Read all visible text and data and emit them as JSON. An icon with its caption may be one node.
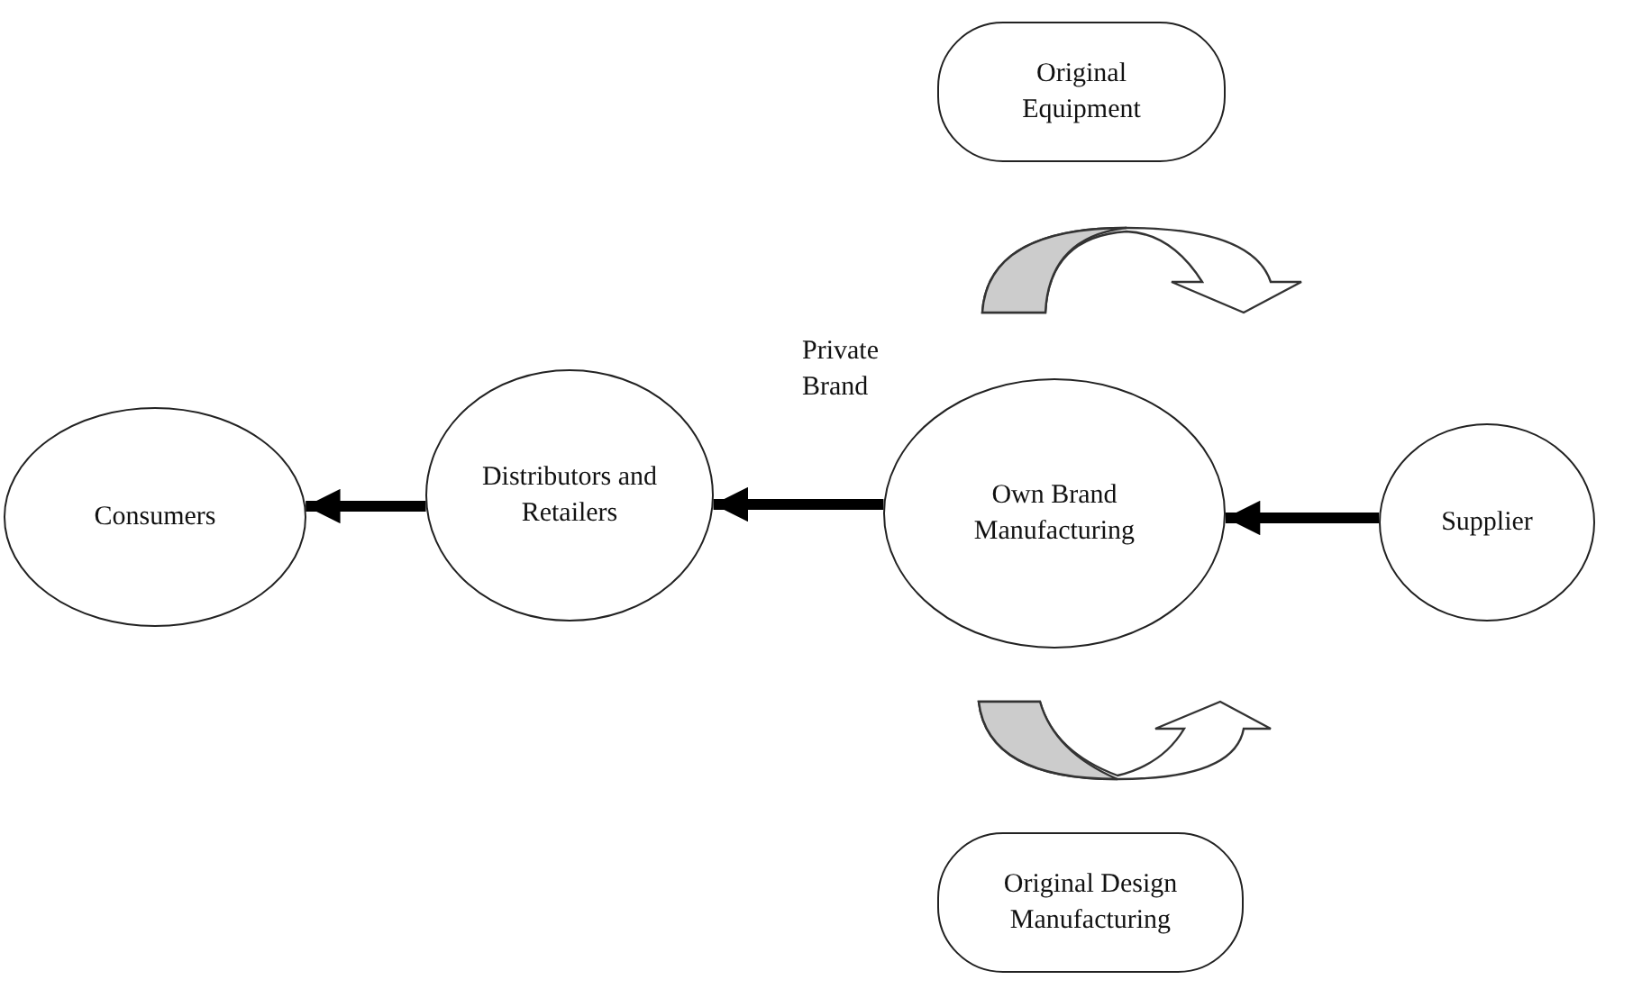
{
  "diagram": {
    "nodes": [
      {
        "text": [
          "Original Equipment"
        ]
      },
      {
        "text": [
          "Consumers"
        ]
      },
      {
        "text": [
          "Distributors and Retailers"
        ]
      },
      {
        "text": [
          "Own Brand Manufacturing"
        ]
      },
      {
        "text": [
          "Supplier"
        ]
      },
      {
        "text": [
          "Original Design Manufacturing"
        ]
      }
    ],
    "edges": [
      {
        "from": 2,
        "to": 1,
        "arrow": "to"
      },
      {
        "from": 3,
        "to": 2,
        "arrow": "to",
        "label": "Private Brand"
      },
      {
        "from": 4,
        "to": 3,
        "arrow": "to"
      },
      {
        "from": 0,
        "to": 3,
        "arrow": "to"
      },
      {
        "from": 5,
        "to": 3,
        "arrow": "to"
      }
    ]
  }
}
